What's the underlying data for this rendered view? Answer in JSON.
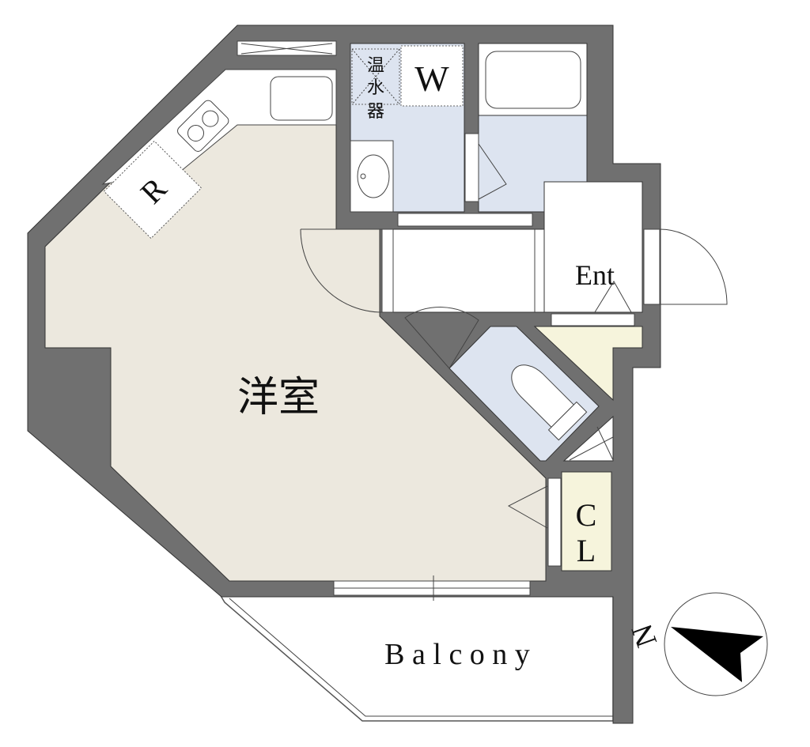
{
  "rooms": {
    "western_room": "洋室",
    "water_heater": [
      "温",
      "水",
      "器"
    ],
    "washer": "W",
    "refrigerator": "R",
    "entrance": "Ent",
    "closet": [
      "C",
      "L"
    ],
    "balcony": "B a l c o n y"
  },
  "compass": {
    "north_label": "N"
  },
  "colors": {
    "wall": "#707070",
    "western_room_floor": "#ece8de",
    "wet_area_floor": "#dde4f0",
    "storage_floor": "#f6f4dc"
  }
}
